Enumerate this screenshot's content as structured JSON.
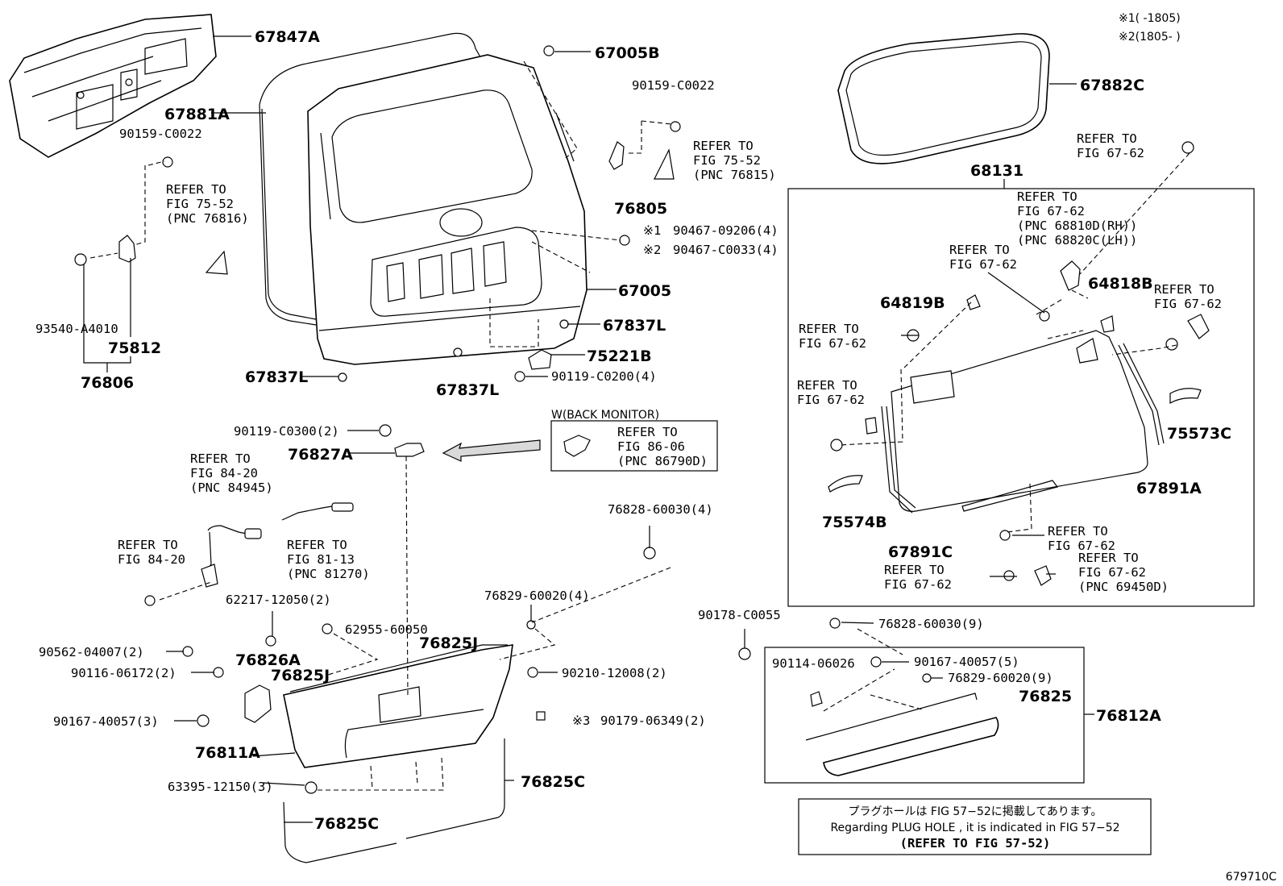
{
  "variant_notes": [
    "※1(      -1805)",
    "※2(1805-      )"
  ],
  "footer_code": "679710C",
  "refer": {
    "fig_75_52": "REFER TO|FIG 75-52|(PNC 76815)",
    "fig_75_52b": "REFER TO|FIG 75-52|(PNC 76816)",
    "fig_67_62": "REFER TO|FIG 67-62",
    "fig_67_62_hinge": "REFER TO|FIG 67-62|(PNC 68810D(RH))|(PNC 68820C(LH))",
    "fig_67_62_pnc": "REFER TO|FIG 67-62|(PNC 69450D)",
    "fig_84_20_pnc": "REFER TO|FIG 84-20|(PNC 84945)",
    "fig_84_20": "REFER TO|FIG 84-20",
    "fig_81_13": "REFER TO|FIG 81-13|(PNC 81270)",
    "fig_86_06": "REFER TO|FIG 86-06|(PNC 86790D)"
  },
  "back_monitor_title": "W(BACK MONITOR)",
  "notice": {
    "jp": "プラグホールは FIG 57−52に掲載してあります。",
    "en": "Regarding  PLUG  HOLE , it is indicated in FIG  57−52",
    "ref": "(REFER TO FIG 57-52)"
  },
  "parts": {
    "p67847A": "67847A",
    "p67881A": "67881A",
    "p90159_a": "90159-C0022",
    "p90159_b": "90159-C0022",
    "p67005B": "67005B",
    "p76805": "76805",
    "p93540": "93540-A4010",
    "p75812": "75812",
    "p76806": "76806",
    "p90467_1": "90467-09206(4)",
    "p90467_2": "90467-C0033(4)",
    "m1": "※1",
    "m2": "※2",
    "m3": "※3",
    "p67005": "67005",
    "p67837L_a": "67837L",
    "p67837L_b": "67837L",
    "p67837L_c": "67837L",
    "p75221B": "75221B",
    "p90119_200": "90119-C0200(4)",
    "p90119_300": "90119-C0300(2)",
    "p76827A": "76827A",
    "p76828_a": "76828-60030(4)",
    "p76829_a": "76829-60020(4)",
    "p62217": "62217-12050(2)",
    "p62955": "62955-60050",
    "p76825J_a": "76825J",
    "p76825J_b": "76825J",
    "p76826A": "76826A",
    "p90562": "90562-04007(2)",
    "p90116": "90116-06172(2)",
    "p90210": "90210-12008(2)",
    "p90179": "90179-06349(2)",
    "p90167_a": "90167-40057(3)",
    "p76811A": "76811A",
    "p63395": "63395-12150(3)",
    "p76825C_a": "76825C",
    "p76825C_b": "76825C",
    "p67882C": "67882C",
    "p68131": "68131",
    "p64819B": "64819B",
    "p64818B": "64818B",
    "p75573C": "75573C",
    "p75574B": "75574B",
    "p67891A": "67891A",
    "p67891C": "67891C",
    "p90178": "90178-C0055",
    "p76828_b": "76828-60030(9)",
    "p90114": "90114-06026",
    "p90167_b": "90167-40057(5)",
    "p76829_b": "76829-60020(9)",
    "p76825": "76825",
    "p76812A": "76812A"
  }
}
